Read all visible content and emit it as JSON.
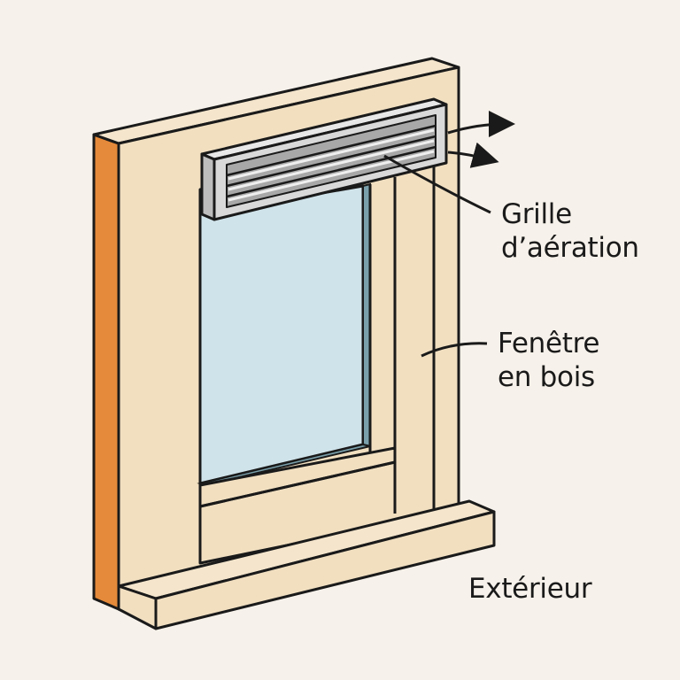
{
  "labels": {
    "grille": {
      "line1": "Grille",
      "line2": "d’aération"
    },
    "fenetre": {
      "line1": "Fenêtre",
      "line2": "en bois"
    },
    "exterieur": "Extérieur"
  },
  "colors": {
    "background": "#f6f1ea",
    "wood": "#f1dfc0",
    "wood_light": "#f4e5cc",
    "wall_edge": "#e58a3a",
    "glass": "#cfe3ea",
    "glass_edge": "#7aa0ab",
    "grille_metal": "#d9d9d9",
    "grille_dark": "#a8a8a8",
    "stroke": "#1a1a1a"
  }
}
